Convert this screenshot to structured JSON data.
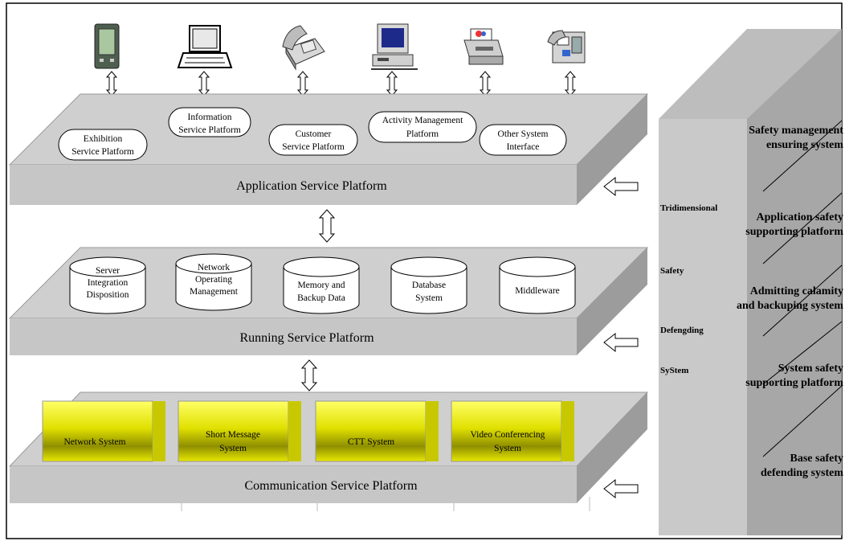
{
  "devices": [
    {
      "icon": "pda-icon"
    },
    {
      "icon": "laptop-icon"
    },
    {
      "icon": "telephone-icon"
    },
    {
      "icon": "desktop-computer-icon"
    },
    {
      "icon": "printer-icon"
    },
    {
      "icon": "fax-machine-icon"
    }
  ],
  "application_platform": {
    "title": "Application Service Platform",
    "services": [
      {
        "line1": "Exhibition",
        "line2": "Service Platform"
      },
      {
        "line1": "Information",
        "line2": "Service Platform"
      },
      {
        "line1": "Customer",
        "line2": "Service Platform"
      },
      {
        "line1": "Activity Management",
        "line2": "Platform"
      },
      {
        "line1": "Other System",
        "line2": "Interface"
      }
    ]
  },
  "running_platform": {
    "title": "Running Service Platform",
    "components": [
      {
        "line1": "Server",
        "line2": "Integration",
        "line3": "Disposition"
      },
      {
        "line1": "Network",
        "line2": "Operating",
        "line3": "Management"
      },
      {
        "line1": "Memory and",
        "line2": "Backup Data",
        "line3": ""
      },
      {
        "line1": "Database",
        "line2": "System",
        "line3": ""
      },
      {
        "line1": "Middleware",
        "line2": "",
        "line3": ""
      }
    ]
  },
  "communication_platform": {
    "title": "Communication Service Platform",
    "systems": [
      {
        "line1": "Network System",
        "line2": ""
      },
      {
        "line1": "Short Message",
        "line2": "System"
      },
      {
        "line1": "CTT System",
        "line2": ""
      },
      {
        "line1": "Video Conferencing",
        "line2": "System"
      }
    ]
  },
  "safety_wall": {
    "side_labels": [
      "Tridimensional",
      "Safety",
      "Defengding",
      "SyStem"
    ],
    "layers": [
      {
        "line1": "Safety management",
        "line2": "ensuring system"
      },
      {
        "line1": "Application safety",
        "line2": "supporting platform"
      },
      {
        "line1": "Admitting calamity",
        "line2": "and backuping system"
      },
      {
        "line1": "System safety",
        "line2": "supporting platform"
      },
      {
        "line1": "Base safety",
        "line2": "defending system"
      }
    ]
  },
  "colors": {
    "platform_top": "#cfcfcf",
    "platform_front": "#c6c6c6",
    "platform_side": "#9c9c9c",
    "comm_box": "#f4f400",
    "comm_box_dark": "#b8b800",
    "wall_front": "#c9c9c9",
    "wall_side": "#a7a7a7",
    "wall_top": "#bdbdbd"
  }
}
